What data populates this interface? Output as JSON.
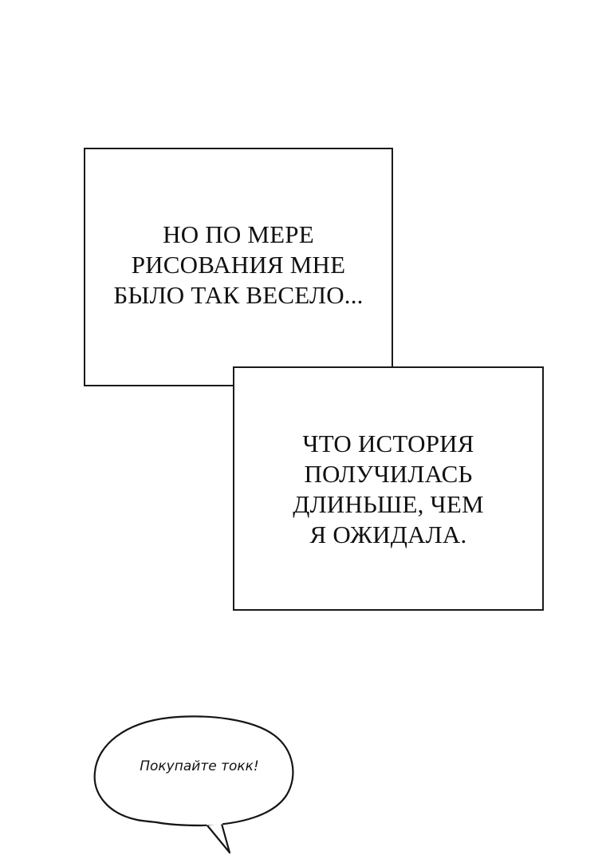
{
  "captions": [
    {
      "lines": [
        "НО ПО МЕРЕ",
        "РИСОВАНИЯ МНЕ",
        "БЫЛО ТАК ВЕСЕЛО..."
      ]
    },
    {
      "lines": [
        "ЧТО ИСТОРИЯ",
        "ПОЛУЧИЛАСЬ",
        "ДЛИНЬШЕ, ЧЕМ",
        "Я ОЖИДАЛА."
      ]
    }
  ],
  "speech_bubble": {
    "text": "Покупайте токк!"
  },
  "colors": {
    "background": "#ffffff",
    "ink": "#111111"
  }
}
